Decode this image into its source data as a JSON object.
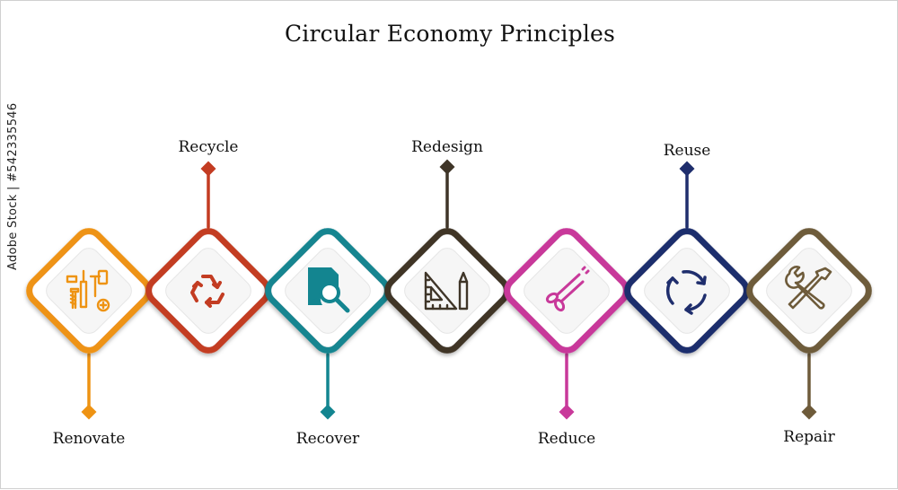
{
  "title": "Circular Economy Principles",
  "credit": "Adobe Stock | #542335546",
  "steps": [
    {
      "label": "Renovate",
      "color": "#EE9313",
      "icon": "tools-parts-icon",
      "label_position": "bottom"
    },
    {
      "label": "Recycle",
      "color": "#C33C22",
      "icon": "recycle-icon",
      "label_position": "top"
    },
    {
      "label": "Recover",
      "color": "#138590",
      "icon": "search-document-icon",
      "label_position": "bottom"
    },
    {
      "label": "Redesign",
      "color": "#3F3528",
      "icon": "ruler-pencil-icon",
      "label_position": "top"
    },
    {
      "label": "Reduce",
      "color": "#C8399A",
      "icon": "scissors-icon",
      "label_position": "bottom"
    },
    {
      "label": "Reuse",
      "color": "#1F2E6D",
      "icon": "circular-arrows-icon",
      "label_position": "top"
    },
    {
      "label": "Repair",
      "color": "#6E5B3A",
      "icon": "wrench-screwdriver-icon",
      "label_position": "bottom"
    }
  ]
}
